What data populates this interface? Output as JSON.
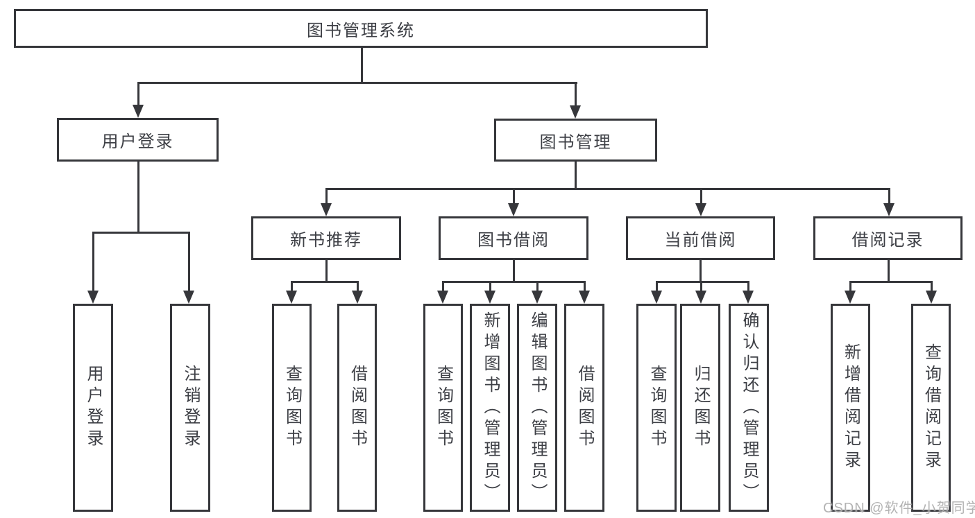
{
  "tree": {
    "root": {
      "label": "图书管理系统"
    },
    "branches": [
      {
        "label": "用户登录",
        "children": [
          {
            "label": "用户登录"
          },
          {
            "label": "注销登录"
          }
        ]
      },
      {
        "label": "图书管理",
        "sections": [
          {
            "label": "新书推荐",
            "children": [
              {
                "label": "查询图书"
              },
              {
                "label": "借阅图书"
              }
            ]
          },
          {
            "label": "图书借阅",
            "children": [
              {
                "label": "查询图书"
              },
              {
                "label": "新增图书（管理员）"
              },
              {
                "label": "编辑图书（管理员）"
              },
              {
                "label": "借阅图书"
              }
            ]
          },
          {
            "label": "当前借阅",
            "children": [
              {
                "label": "查询图书"
              },
              {
                "label": "归还图书"
              },
              {
                "label": "确认归还（管理员）"
              }
            ]
          },
          {
            "label": "借阅记录",
            "children": [
              {
                "label": "新增借阅记录"
              },
              {
                "label": "查询借阅记录"
              }
            ]
          }
        ]
      }
    ]
  },
  "watermark": {
    "text": "CSDN @软件_小贺同学"
  },
  "colors": {
    "line": "#36373b",
    "text": "#3d3f45",
    "watermark": "#acacac",
    "background": "#ffffff"
  }
}
